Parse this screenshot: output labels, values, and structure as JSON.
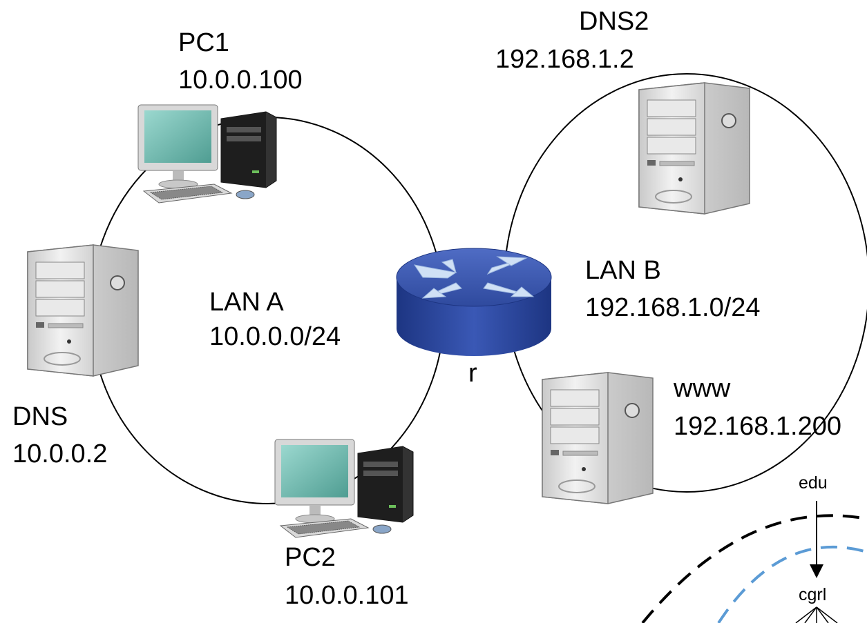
{
  "lan_a": {
    "name": "LAN A",
    "subnet": "10.0.0.0/24"
  },
  "lan_b": {
    "name": "LAN B",
    "subnet": "192.168.1.0/24"
  },
  "hosts": {
    "pc1": {
      "name": "PC1",
      "ip": "10.0.0.100"
    },
    "pc2": {
      "name": "PC2",
      "ip": "10.0.0.101"
    },
    "dns": {
      "name": "DNS",
      "ip": "10.0.0.2"
    },
    "dns2": {
      "name": "DNS2",
      "ip": "192.168.1.2"
    },
    "www": {
      "name": "www",
      "ip": "192.168.1.200"
    }
  },
  "router": {
    "name": "r",
    "color": "#3f5aa8"
  },
  "dns_tree": {
    "top": "edu",
    "child": "cgrl"
  },
  "colors": {
    "zone_outer": "#000000",
    "zone_inner": "#5b9bd5",
    "screen": "#7fc8be",
    "case": "#dcdcdc"
  }
}
